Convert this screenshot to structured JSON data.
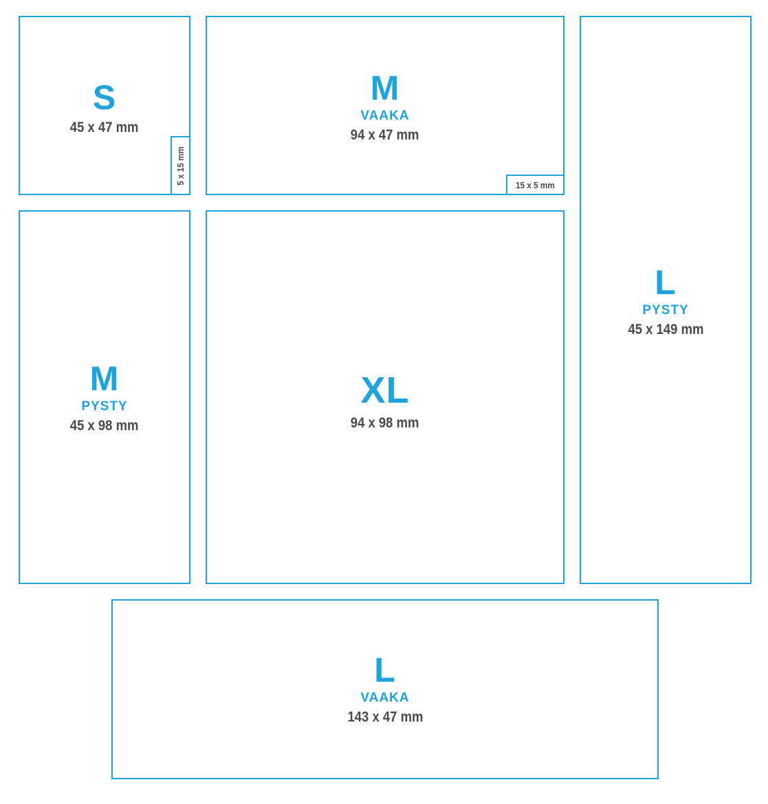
{
  "colors": {
    "accent": "#1fa3dc",
    "text": "#4a4a4a"
  },
  "boxes": {
    "s": {
      "size": "S",
      "orientation": "",
      "dimensions": "45 x 47 mm",
      "margin_note": "5 x 15 mm"
    },
    "m_vaaka": {
      "size": "M",
      "orientation": "VAAKA",
      "dimensions": "94 x 47 mm",
      "margin_note": "15 x 5 mm"
    },
    "l_pysty": {
      "size": "L",
      "orientation": "PYSTY",
      "dimensions": "45 x 149 mm"
    },
    "m_pysty": {
      "size": "M",
      "orientation": "PYSTY",
      "dimensions": "45 x 98 mm"
    },
    "xl": {
      "size": "XL",
      "orientation": "",
      "dimensions": "94 x 98 mm"
    },
    "l_vaaka": {
      "size": "L",
      "orientation": "VAAKA",
      "dimensions": "143 x 47 mm"
    }
  }
}
